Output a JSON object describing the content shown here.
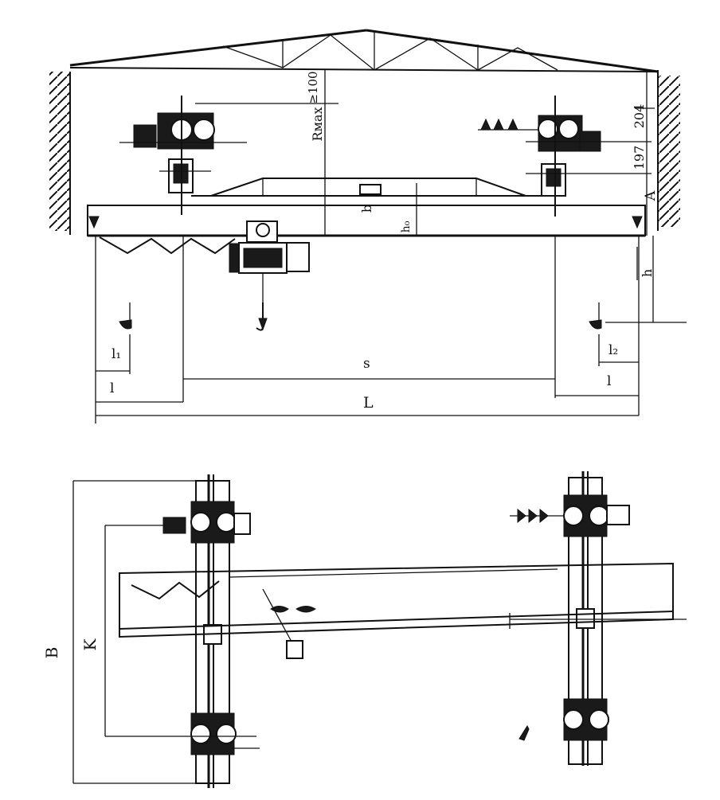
{
  "elevation_view": {
    "labels": {
      "r_max": "Rмах",
      "r_min": "≥100",
      "b": "b",
      "h0": "h₀",
      "h": "h",
      "a": "A",
      "dim_197": "197",
      "dim_204": "204",
      "l1": "l₁",
      "l2": "l₂",
      "l_left": "l",
      "l_right": "l",
      "s": "s",
      "L": "L"
    }
  },
  "plan_view": {
    "labels": {
      "B": "B",
      "K": "K"
    }
  },
  "colors": {
    "ink": "#111111",
    "paper": "#ffffff"
  }
}
